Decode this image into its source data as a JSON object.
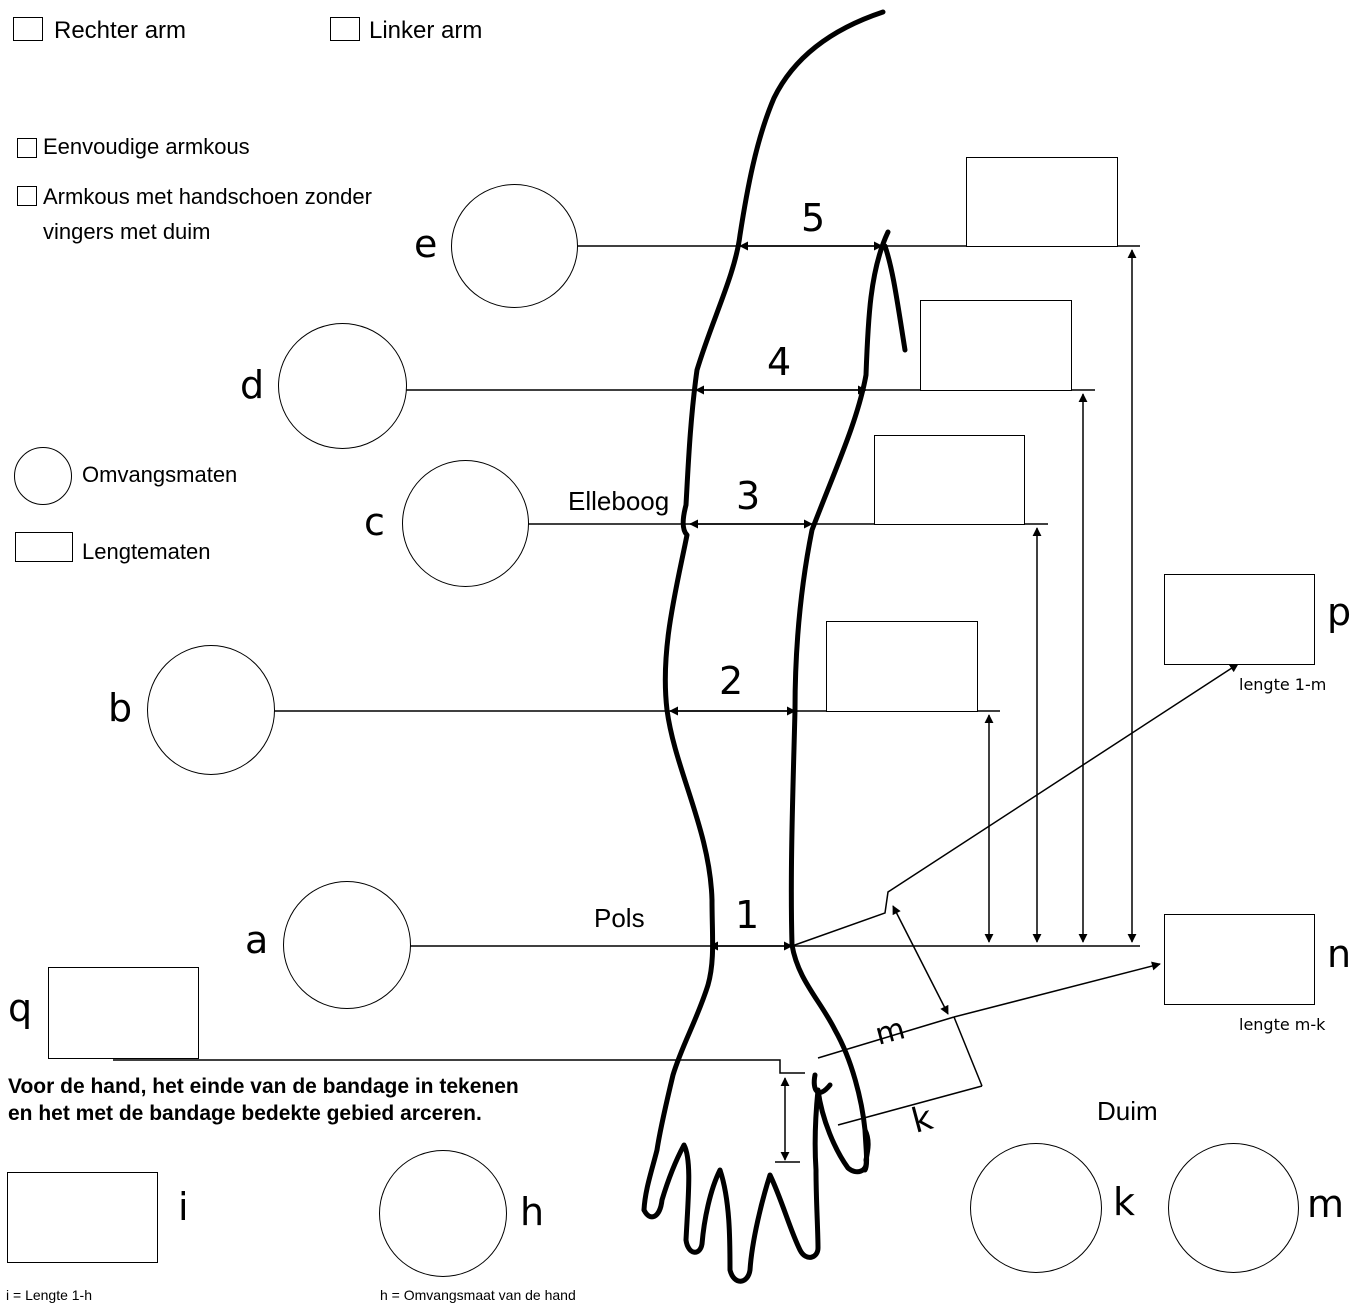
{
  "side": {
    "right_arm": "Rechter arm",
    "left_arm": "Linker arm"
  },
  "type": {
    "simple": "Eenvoudige armkous",
    "glove_line1": "Armkous met handschoen zonder",
    "glove_line2": "vingers met duim"
  },
  "legend": {
    "circumference": "Omvangsmaten",
    "length": "Lengtematen"
  },
  "labels": {
    "elbow": "Elleboog",
    "wrist": "Pols",
    "thumb": "Duim"
  },
  "levels": {
    "e": "e",
    "d": "d",
    "c": "c",
    "b": "b",
    "a": "a",
    "n5": "5",
    "n4": "4",
    "n3": "3",
    "n2": "2",
    "n1": "1"
  },
  "fields": {
    "p": "p",
    "p_caption": "lengte 1-m",
    "n": "n",
    "n_caption": "lengte m-k",
    "q": "q",
    "i": "i",
    "i_caption": "i = Lengte 1-h",
    "h": "h",
    "h_caption": "h = Omvangsmaat van de hand",
    "k": "k",
    "m": "m"
  },
  "hand_marks": {
    "m": "m",
    "k": "k"
  },
  "instructions": {
    "line1": "Voor de hand, het einde van de bandage in tekenen",
    "line2": "en het met de bandage bedekte gebied arceren."
  }
}
